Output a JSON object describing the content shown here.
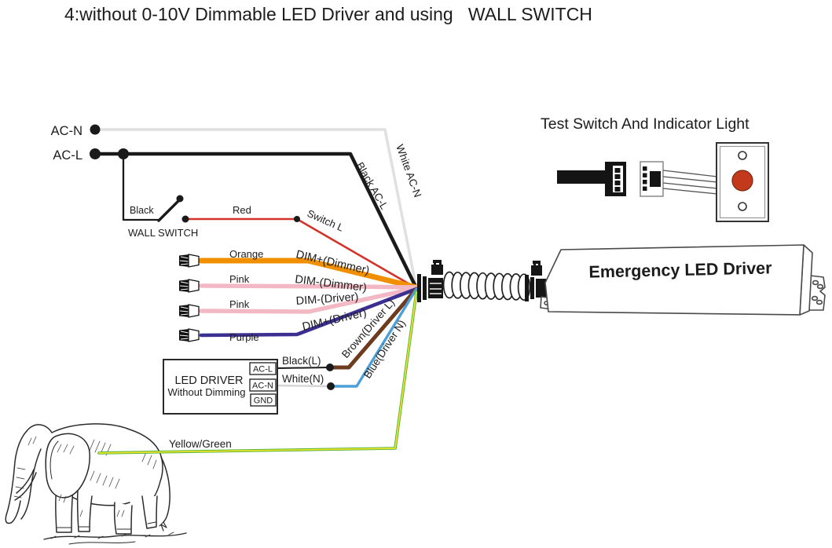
{
  "title": "4:without 0-10V Dimmable LED Driver and using   WALL SWITCH",
  "input_terminals": {
    "neutral": "AC-N",
    "live": "AC-L"
  },
  "wall_switch": {
    "name": "WALL SWITCH",
    "wire_color": "Black"
  },
  "dimmer_wires": [
    {
      "color": "Red",
      "signal": "Switch L"
    },
    {
      "color": "Orange",
      "signal": "DIM+(Dimmer)"
    },
    {
      "color": "Pink",
      "signal": "DIM-(Dimmer)"
    },
    {
      "color": "Pink",
      "signal": "DIM-(Driver)"
    },
    {
      "color": "Purple",
      "signal": "DIM+(Driver)"
    }
  ],
  "driver_wires": {
    "brown": "Brown(Driver L)",
    "blue": "Blue(Driver N)",
    "black_ac": "Black AC-L",
    "white_ac": "White AC-N",
    "black_l": "Black(L)",
    "white_n": "White(N)",
    "earth": "Yellow/Green"
  },
  "led_driver_box": {
    "title": "LED DRIVER",
    "subtitle": "Without Dimming",
    "terminals": [
      "AC-L",
      "AC-N",
      "GND"
    ]
  },
  "test_switch": {
    "heading": "Test Switch And Indicator Light"
  },
  "emergency_driver": {
    "label": "Emergency LED Driver"
  },
  "palette": {
    "red": "#d2342b",
    "orange": "#f09000",
    "pink": "#f2b9c4",
    "purple": "#3b2f92",
    "brown": "#6d3b1e",
    "blue": "#4c9fd8",
    "green": "#53b43c",
    "yellow": "#f2e426",
    "white_wire": "#e0e0e0",
    "black": "#1a1a1a",
    "button_red": "#c2391b"
  }
}
